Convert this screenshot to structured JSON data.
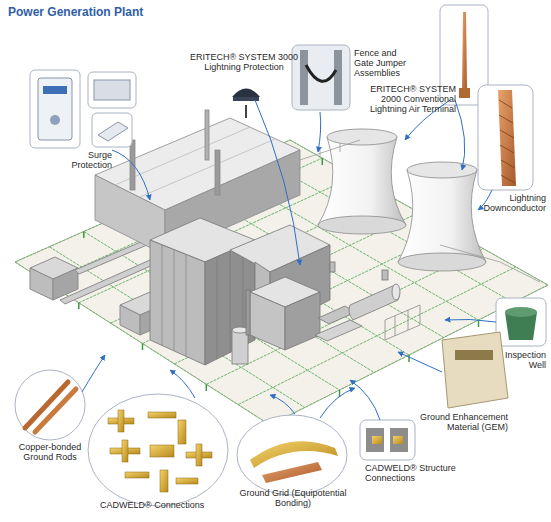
{
  "diagram": {
    "title": "Power Generation Plant",
    "labels": [
      "Surge Protection",
      "ERITECH® SYSTEM 3000 Lightning Protection",
      "Fence and Gate Jumper Assemblies",
      "ERITECH® SYSTEM 2000 Conventional Lightning Air Terminal",
      "Lightning Downconductor",
      "Inspection Well",
      "Ground Enhancement Material (GEM)",
      "CADWELD® Structure Connections",
      "Copper-bonded Ground Rods",
      "CADWELD® Connections",
      "Ground Grid (Equipotential Bonding)"
    ]
  }
}
